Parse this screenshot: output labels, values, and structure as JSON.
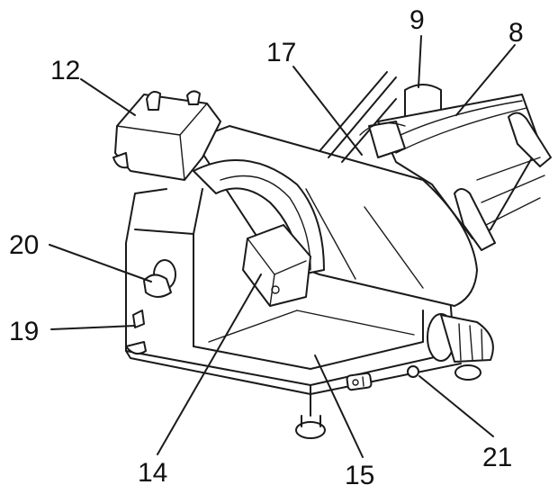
{
  "labels": {
    "l9": "9",
    "l8": "8",
    "l17": "17",
    "l12": "12",
    "l20": "20",
    "l19": "19",
    "l14": "14",
    "l15": "15",
    "l21": "21"
  },
  "colors": {
    "line": "#1a1a1a",
    "background": "#ffffff"
  }
}
